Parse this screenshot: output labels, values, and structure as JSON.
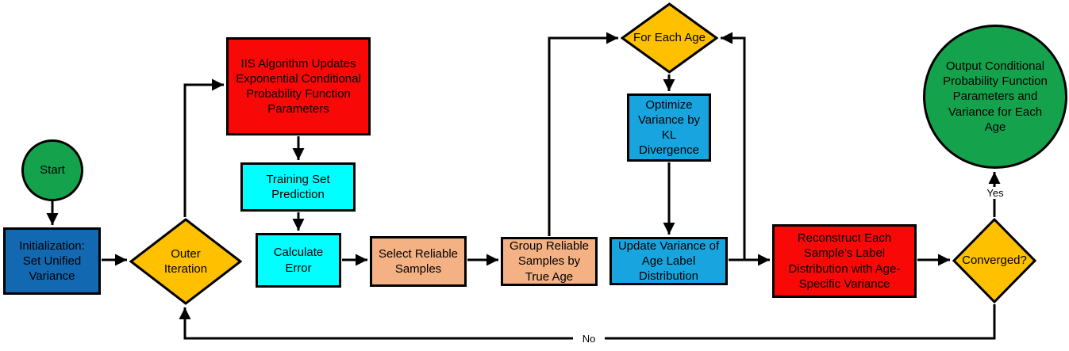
{
  "diagram": {
    "type": "flowchart",
    "nodes": {
      "start": {
        "label": "Start",
        "shape": "circle",
        "color": "#15A24D"
      },
      "initialization": {
        "label": "Initialization:\nSet Unified\nVariance",
        "shape": "rectangle",
        "color": "#1268B1"
      },
      "outer_iteration": {
        "label": "Outer\nIteration",
        "shape": "diamond",
        "color": "#FFC000"
      },
      "iis_update": {
        "label": "IIS Algorithm Updates\nExponential Conditional\nProbability Function\nParameters",
        "shape": "rectangle",
        "color": "#F90808"
      },
      "training_prediction": {
        "label": "Training Set\nPrediction",
        "shape": "rectangle",
        "color": "#00FFFF"
      },
      "calculate_error": {
        "label": "Calculate\nError",
        "shape": "rectangle",
        "color": "#00FFFF"
      },
      "select_reliable": {
        "label": "Select Reliable\nSamples",
        "shape": "rectangle",
        "color": "#F4B183"
      },
      "group_reliable": {
        "label": "Group Reliable\nSamples by\nTrue Age",
        "shape": "rectangle",
        "color": "#F4B183"
      },
      "for_each_age": {
        "label": "For Each Age",
        "shape": "diamond",
        "color": "#FFC000"
      },
      "optimize_variance": {
        "label": "Optimize\nVariance by\nKL\nDivergence",
        "shape": "rectangle",
        "color": "#18A5DF"
      },
      "update_variance": {
        "label": "Update Variance of\nAge Label\nDistribution",
        "shape": "rectangle",
        "color": "#18A5DF"
      },
      "reconstruct": {
        "label": "Reconstruct Each\nSample’s Label\nDistribution with Age-\nSpecific Variance",
        "shape": "rectangle",
        "color": "#F90808"
      },
      "converged": {
        "label": "Converged?",
        "shape": "diamond",
        "color": "#FFC000"
      },
      "output": {
        "label": "Output Conditional\nProbability Function\nParameters and\nVariance for Each\nAge",
        "shape": "circle",
        "color": "#15A24D"
      }
    },
    "edge_labels": {
      "yes": "Yes",
      "no": "No"
    },
    "colors": {
      "green": "#15A24D",
      "dark_blue": "#1268B1",
      "gold": "#FFC000",
      "red": "#F90808",
      "cyan": "#00FFFF",
      "tan": "#F4B183",
      "light_blue": "#18A5DF",
      "connector": "#000000",
      "background": "#FFFFFF"
    }
  }
}
